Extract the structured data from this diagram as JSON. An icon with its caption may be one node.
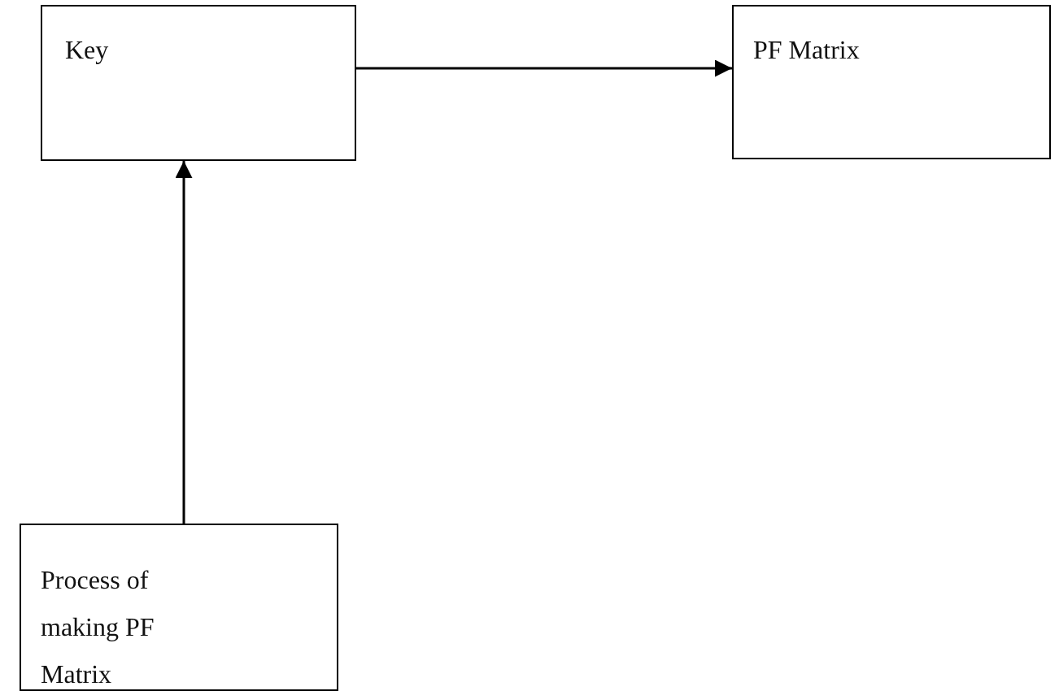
{
  "diagram": {
    "nodes": [
      {
        "text": [
          "Key"
        ]
      },
      {
        "text": [
          "PF Matrix"
        ]
      },
      {
        "text": [
          "Process of making PF Matrix"
        ]
      }
    ],
    "edges": [
      {
        "from": 0,
        "to": 1,
        "arrow": "to"
      },
      {
        "from": 2,
        "to": 0,
        "arrow": "to"
      }
    ]
  }
}
